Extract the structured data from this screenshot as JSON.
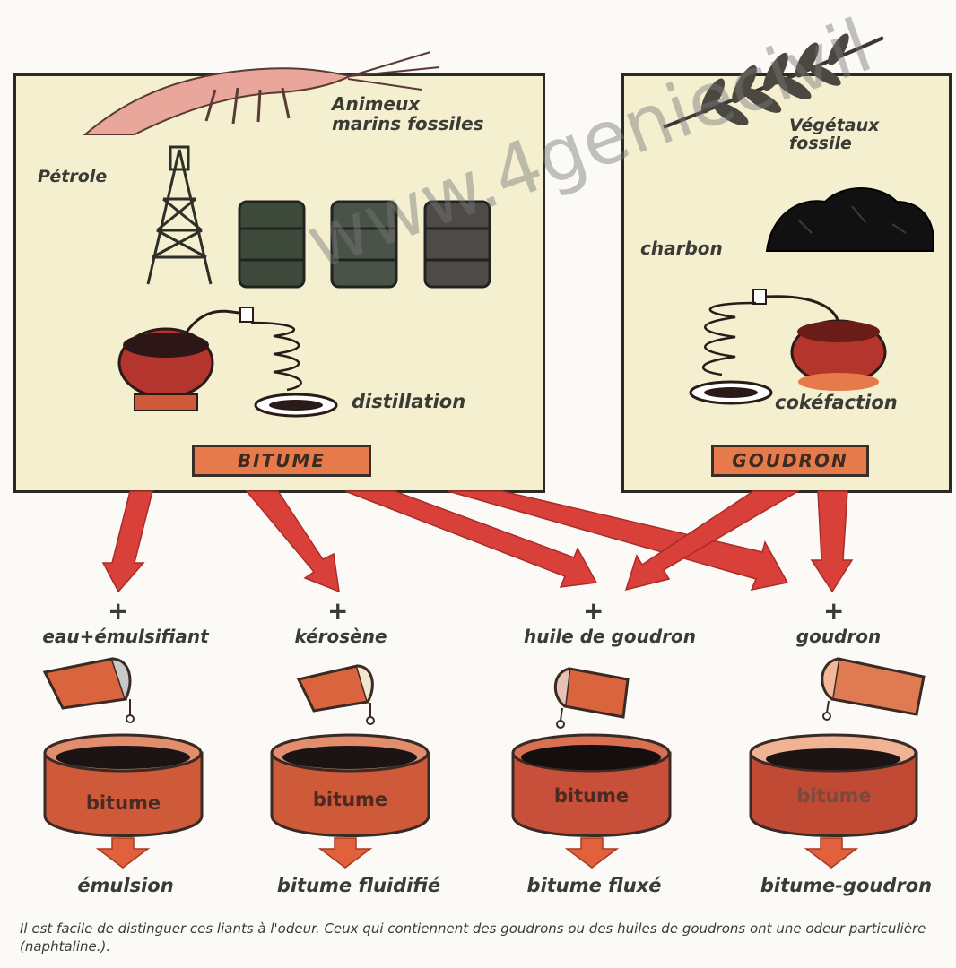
{
  "left_panel": {
    "source_label": "Animeux\nmarins fossiles",
    "petrole_label": "Pétrole",
    "process_label": "distillation",
    "product_label": "BITUME"
  },
  "right_panel": {
    "source_label": "Végétaux\nfossile",
    "charbon_label": "charbon",
    "process_label": "cokéfaction",
    "product_label": "GOUDRON"
  },
  "watermark": "www.4geniecivil",
  "columns": [
    {
      "additive": "eau+émulsifiant",
      "pot_label": "bitume",
      "result": "émulsion"
    },
    {
      "additive": "kérosène",
      "pot_label": "bitume",
      "result": "bitume fluidifié"
    },
    {
      "additive": "huile de goudron",
      "pot_label": "bitume",
      "result": "bitume fluxé"
    },
    {
      "additive": "goudron",
      "pot_label": "bitume",
      "result": "bitume-goudron"
    }
  ],
  "plus_symbol": "+",
  "footnote": "Il est facile de distinguer ces liants à l'odeur. Ceux qui contiennent des goudrons ou des huiles de goudrons ont une odeur particulière (naphtaline.).",
  "colors": {
    "arrow": "#d9403a",
    "panel": "#f3efcf",
    "label_box": "#e77a4b",
    "pot": "#cf5a3a"
  }
}
